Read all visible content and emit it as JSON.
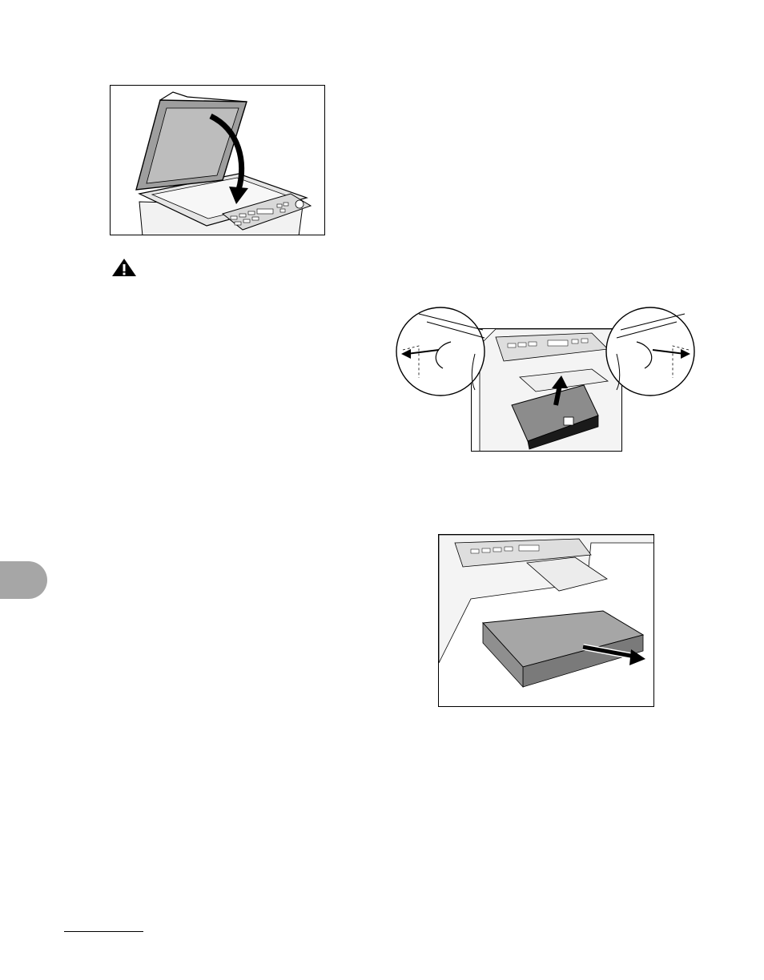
{
  "page": {
    "figures": [
      {
        "icon": "closing-platen-cover-illustration"
      },
      {
        "icon": "removing-paper-cassette-illustration"
      },
      {
        "icon": "removing-paper-stack-illustration"
      }
    ],
    "warning": {
      "icon": "caution-triangle-icon"
    },
    "side_tab": {
      "color": "#a6a6a6"
    }
  }
}
